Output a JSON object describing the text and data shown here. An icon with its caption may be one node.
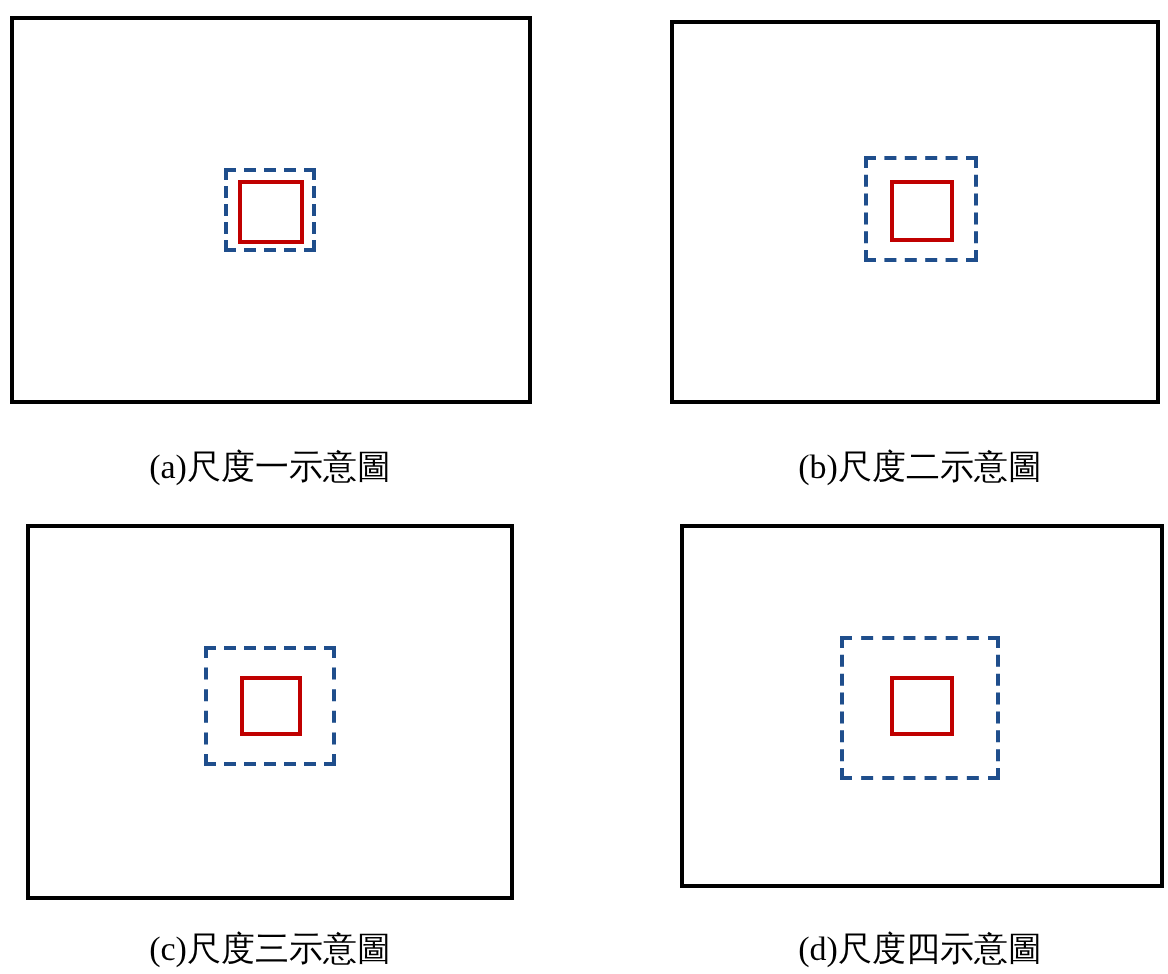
{
  "diagram": {
    "nodes": [
      {
        "text": [],
        "shape": "box",
        "beside": [
          "(a)尺度一示意圖"
        ]
      },
      {
        "text": [],
        "shape": "box",
        "in": 0
      },
      {
        "text": [],
        "shape": "box",
        "in": 1
      },
      {
        "text": [],
        "shape": "box",
        "beside": [
          "(b)尺度二示意圖"
        ]
      },
      {
        "text": [],
        "shape": "box",
        "in": 3
      },
      {
        "text": [],
        "shape": "box",
        "in": 4
      },
      {
        "text": [],
        "shape": "box",
        "beside": [
          "(c)尺度三示意圖"
        ]
      },
      {
        "text": [],
        "shape": "box",
        "in": 6
      },
      {
        "text": [],
        "shape": "box",
        "in": 7
      },
      {
        "text": [],
        "shape": "box",
        "beside": [
          "(d)尺度四示意圖"
        ]
      },
      {
        "text": [],
        "shape": "box",
        "in": 9
      },
      {
        "text": [],
        "shape": "box",
        "in": 10
      }
    ],
    "edges": []
  }
}
